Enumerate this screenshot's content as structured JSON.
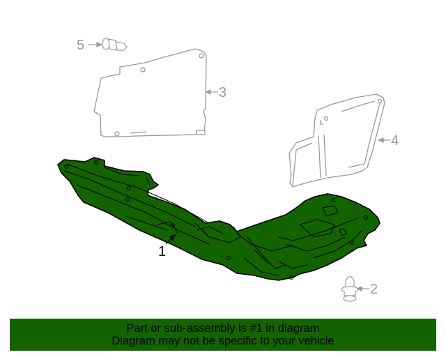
{
  "diagram": {
    "callouts": [
      {
        "number": "1",
        "part": "main-splash-shield",
        "highlighted": true
      },
      {
        "number": "2",
        "part": "push-clip-retainer",
        "highlighted": false
      },
      {
        "number": "3",
        "part": "left-side-splash-shield",
        "highlighted": false
      },
      {
        "number": "4",
        "part": "right-side-splash-shield",
        "highlighted": false
      },
      {
        "number": "5",
        "part": "push-rivet",
        "highlighted": false
      }
    ],
    "colors": {
      "highlight_fill": "#136300",
      "outline_gray": "#999999",
      "outline_dark": "#000000",
      "banner_bg": "#136300"
    }
  },
  "banner": {
    "line1": "Part or sub-assembly is #1 in diagram",
    "line2": "Diagram may not be specific to your vehicle"
  }
}
